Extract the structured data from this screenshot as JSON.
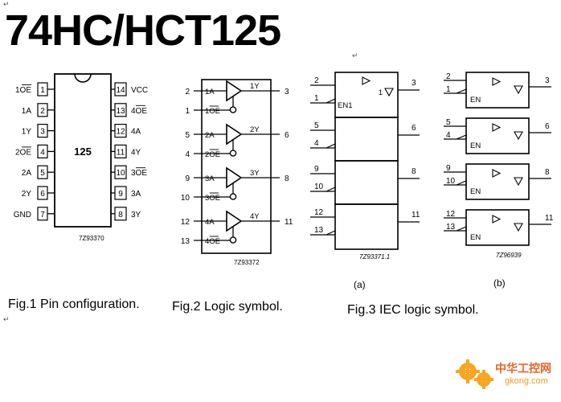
{
  "title": "74HC/HCT125",
  "return_mark": "↵",
  "fig1": {
    "caption": "Fig.1  Pin configuration.",
    "chip_label": "125",
    "code": "7Z93370",
    "left_pins": [
      {
        "name": "1OE",
        "num": "1",
        "bar": true
      },
      {
        "name": "1A",
        "num": "2",
        "bar": false
      },
      {
        "name": "1Y",
        "num": "3",
        "bar": false
      },
      {
        "name": "2OE",
        "num": "4",
        "bar": true
      },
      {
        "name": "2A",
        "num": "5",
        "bar": false
      },
      {
        "name": "2Y",
        "num": "6",
        "bar": false
      },
      {
        "name": "GND",
        "num": "7",
        "bar": false
      }
    ],
    "right_pins": [
      {
        "name": "VCC",
        "num": "14",
        "bar": false
      },
      {
        "name": "4OE",
        "num": "13",
        "bar": true
      },
      {
        "name": "4A",
        "num": "12",
        "bar": false
      },
      {
        "name": "4Y",
        "num": "11",
        "bar": false
      },
      {
        "name": "3OE",
        "num": "10",
        "bar": true
      },
      {
        "name": "3A",
        "num": "9",
        "bar": false
      },
      {
        "name": "3Y",
        "num": "8",
        "bar": false
      }
    ]
  },
  "fig2": {
    "caption": "Fig.2  Logic symbol.",
    "code": "7Z93372",
    "gates": [
      {
        "a_pin": "2",
        "oe_pin": "1",
        "y_pin": "3",
        "a_label": "1A",
        "oe_label": "1OE",
        "y_label": "1Y"
      },
      {
        "a_pin": "5",
        "oe_pin": "4",
        "y_pin": "6",
        "a_label": "2A",
        "oe_label": "2OE",
        "y_label": "2Y"
      },
      {
        "a_pin": "9",
        "oe_pin": "10",
        "y_pin": "8",
        "a_label": "3A",
        "oe_label": "3OE",
        "y_label": "3Y"
      },
      {
        "a_pin": "12",
        "oe_pin": "13",
        "y_pin": "11",
        "a_label": "4A",
        "oe_label": "4OE",
        "y_label": "4Y"
      }
    ]
  },
  "fig3": {
    "caption": "Fig.3  IEC logic symbol.",
    "a": {
      "label": "(a)",
      "code": "7Z93371.1",
      "en_label": "EN1",
      "out_label": "1",
      "rows": [
        {
          "a_pin": "2",
          "en_pin": "1",
          "y_pin": "3"
        },
        {
          "a_pin": "5",
          "en_pin": "4",
          "y_pin": "6"
        },
        {
          "a_pin": "9",
          "en_pin": "10",
          "y_pin": "8"
        },
        {
          "a_pin": "12",
          "en_pin": "13",
          "y_pin": "11"
        }
      ]
    },
    "b": {
      "label": "(b)",
      "code": "7Z96939",
      "en_label": "EN",
      "rows": [
        {
          "a_pin": "2",
          "en_pin": "1",
          "y_pin": "3"
        },
        {
          "a_pin": "5",
          "en_pin": "4",
          "y_pin": "6"
        },
        {
          "a_pin": "9",
          "en_pin": "10",
          "y_pin": "8"
        },
        {
          "a_pin": "12",
          "en_pin": "13",
          "y_pin": "11"
        }
      ]
    }
  },
  "watermark": {
    "text": "中华工控网",
    "url": "gkong.com",
    "color": "#e8632b"
  }
}
